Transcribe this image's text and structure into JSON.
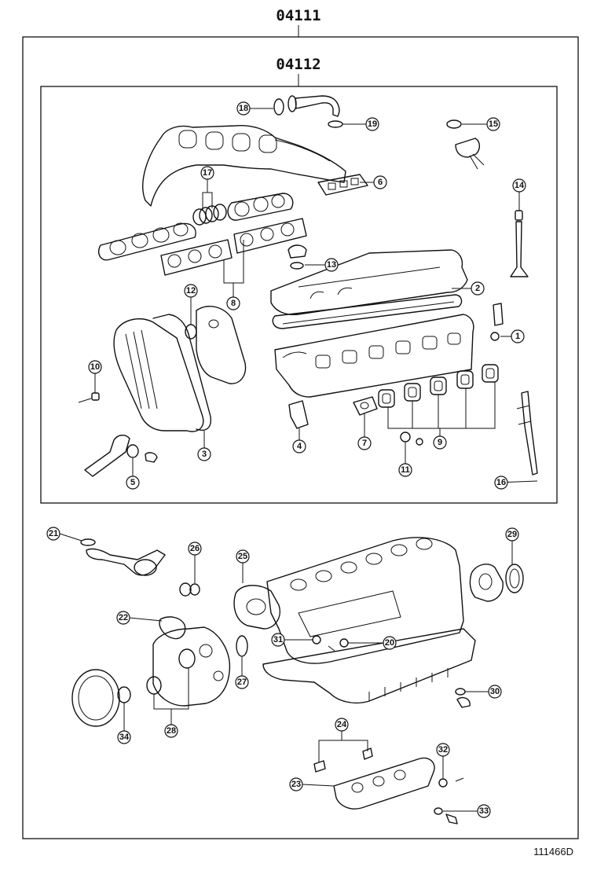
{
  "kit_outer": "04111",
  "kit_inner": "04112",
  "figure_ref": "111466D",
  "callouts": [
    "1",
    "2",
    "3",
    "4",
    "5",
    "6",
    "7",
    "8",
    "9",
    "10",
    "11",
    "12",
    "13",
    "14",
    "15",
    "16",
    "17",
    "18",
    "19",
    "20",
    "21",
    "22",
    "23",
    "24",
    "25",
    "26",
    "27",
    "28",
    "29",
    "30",
    "31",
    "32",
    "33",
    "34"
  ]
}
